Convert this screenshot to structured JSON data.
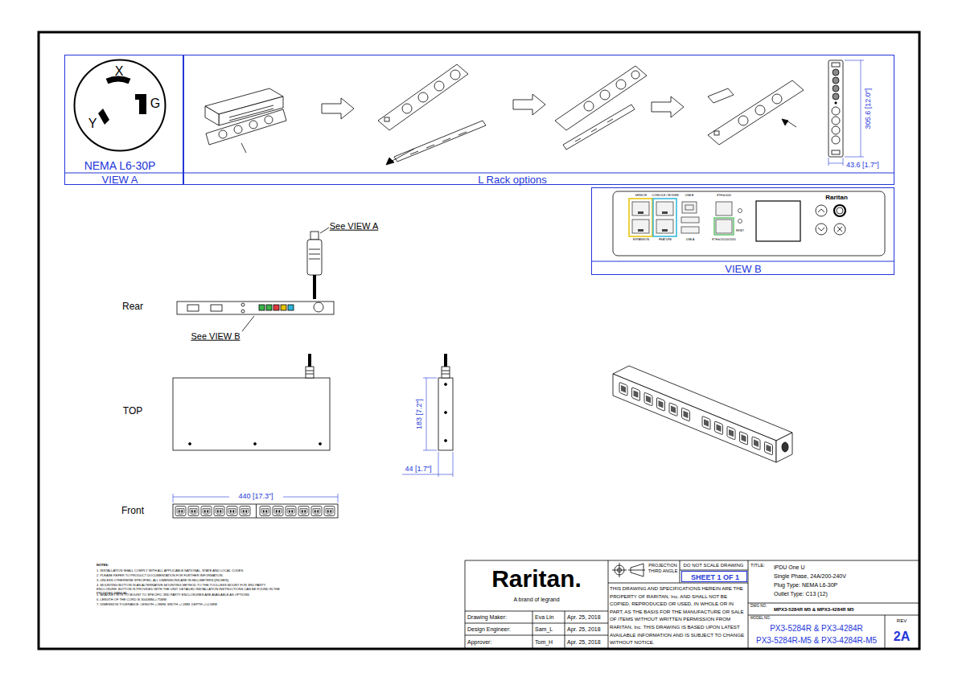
{
  "diagram": {
    "nodes": [
      {
        "text": [
          "NEMA L6-30P",
          "VIEW A"
        ]
      },
      {
        "text": [
          "X",
          "G",
          "Y"
        ],
        "in": 0
      },
      {
        "text": [
          "L Rack options"
        ]
      },
      {
        "text": [
          "VIEW B"
        ]
      },
      {
        "text": [
          "SHEET 1 OF 1"
        ]
      }
    ],
    "labels": [
      "Rear",
      "TOP",
      "Front",
      "See VIEW A",
      "See VIEW B",
      "305.6 [12.0\"]",
      "43.6 [1.7\"]",
      "183 [7.2\"]",
      "44 [1.7\"]",
      "440 [17.3\"]",
      "SENSOR",
      "CONSOLE / MODEM",
      "USB-B",
      "ETH⊕1000",
      "RESET",
      "EXPANSION",
      "FEATURE",
      "USB-A",
      "ETH⊕10/100/1000",
      "Raritan",
      "NOTES:",
      "1. INSTALLATION SHALL COMPLY WITH ALL APPLICABLE NATIONAL, STATE AND LOCAL CODES.",
      "2. PLEASE REFER TO PRODUCT DOCUMENTATION FOR FURTHER INFORMATION.",
      "3. UNLESS OTHERWISE SPECIFIED, ALL DIMENSIONS ARE IN MILLIMETERS [INCHES].",
      "4. MOUNTING BUTTON IS AN ALTERNATIVE MOUNTING METHOD TO THE TOOLLESS MOUNT FOR 3RD PARTY ENCLOSURE. BUTTON IS PROVIDED WITH THE UNIT. DETAILED INSTALLATION INSTRUCTIONS CAN BE FOUND IN THE PROVIDED MANUAL.",
      "5. BRACKET KITS TO MOUNT TO SPECIFIC 3RD PARTY ENCLOSURES ARE AVAILABLE AS OPTIONS.",
      "6. LENGTH OF THE CORD IS 3000MM+/-75MM",
      "7. DIMENSION TOLERANCE: LENGTH +/-8MM, WIDTH +/-1MM, DEPTH +/-0.5MM",
      "Raritan.",
      "A brand of legrand",
      "Drawing Maker:",
      "Eva Lin",
      "Apr. 25, 2018",
      "Design Engineer:",
      "Sam_L",
      "Apr. 25, 2018",
      "Approver:",
      "Tom_H",
      "Apr. 25, 2018",
      "PROJECTION THIRD ANGLE",
      "DO NOT SCALE DRAWING",
      "THIS DRAWING AND SPECIFICATIONS HEREIN ARE THE PROPERTY OF RARITAN, Inc. AND SHALL NOT BE COPIED, REPRODUCED OR USED, IN WHOLE OR IN PART, AS THE BASIS FOR THE MANUFACTURE OR SALE OF ITEMS WITHOUT WRITTEN PERMISSION FROM RARITAN, Inc. THIS DRAWING IS BASED UPON LATEST AVAILABLE INFORMATION AND IS SUBJECT TO CHANGE WITHOUT NOTICE.",
      "TITLE:",
      "iPDU One U",
      "Single Phase, 24A/200-240V",
      "Plug Type: NEMA L6-30P",
      "Outlet Type: C13 (12)",
      "DWG NO.",
      "MPX3-5284R M5 & MPX3-4284R M5",
      "MODEL NO.",
      "PX3-5284R & PX3-4284R",
      "PX3-5284R-M5 & PX3-4284R-M5",
      "REV",
      "2A"
    ]
  }
}
